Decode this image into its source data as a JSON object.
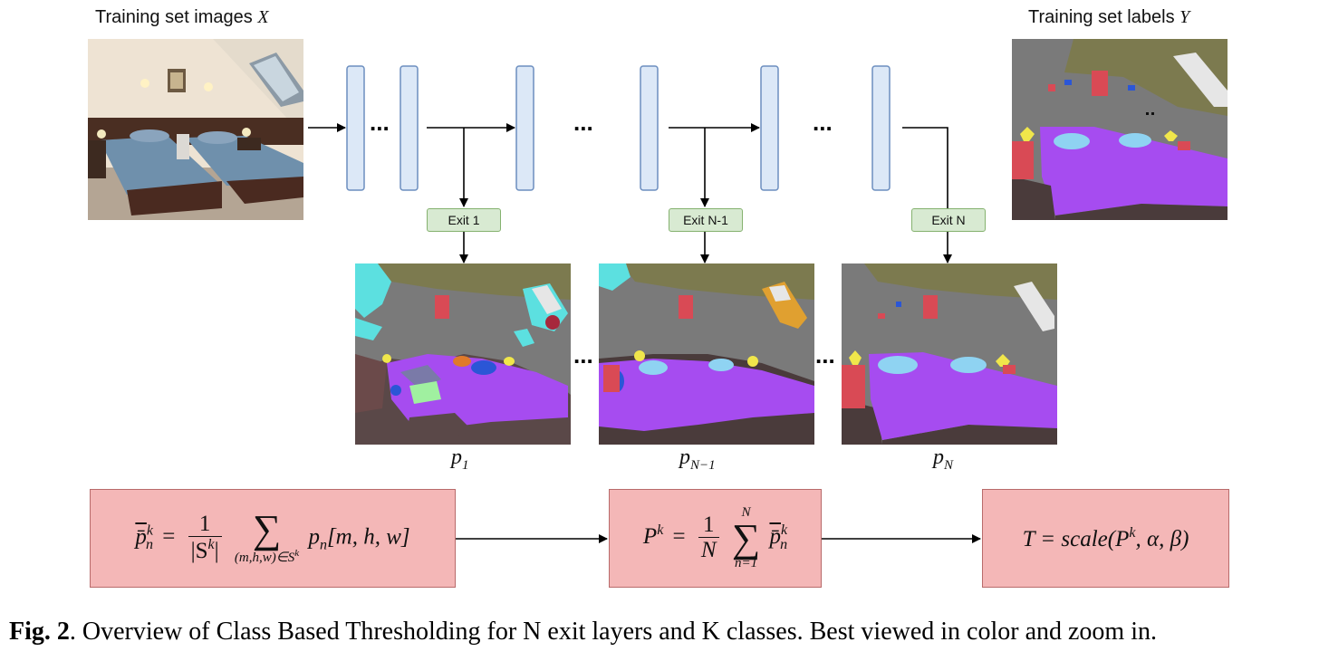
{
  "inputs": {
    "images_label": "Training set images",
    "images_var": "X",
    "labels_label": "Training set labels",
    "labels_var": "Y"
  },
  "network": {
    "ellipsis": "...",
    "exits": [
      {
        "label": "Exit 1"
      },
      {
        "label": "Exit N-1"
      },
      {
        "label": "Exit N"
      }
    ]
  },
  "outputs": [
    {
      "symbol": "p",
      "subscript": "1"
    },
    {
      "symbol": "p",
      "subscript": "N−1"
    },
    {
      "symbol": "p",
      "subscript": "N"
    }
  ],
  "formulas": {
    "f1": {
      "lhs": "p̄",
      "lhs_sup": "k",
      "lhs_sub": "n",
      "eq": "=",
      "num": "1",
      "den": "|S",
      "den_sup": "k",
      "den_close": "|",
      "sum": "∑",
      "sum_lower": "(m,h,w)∈S",
      "sum_lower_sup": "k",
      "term": "p",
      "term_sub": "n",
      "term_args": "[m, h, w]"
    },
    "f2": {
      "lhs": "P",
      "lhs_sup": "k",
      "eq": "=",
      "num": "1",
      "den": "N",
      "sum": "∑",
      "sum_upper": "N",
      "sum_lower": "n=1",
      "term": "p̄",
      "term_sup": "k",
      "term_sub": "n"
    },
    "f3": {
      "text": "T = scale(P",
      "sup": "k",
      "rest": ", α, β)"
    }
  },
  "caption": {
    "bold": "Fig. 2",
    "text": ". Overview of Class Based Thresholding for N exit layers and K classes. Best viewed in color and zoom in."
  },
  "colors": {
    "layer_fill": "#dce8f7",
    "layer_stroke": "#6c8ebf",
    "exit_fill": "#d8ead2",
    "exit_stroke": "#85b26f",
    "formula_fill": "#f4b7b7",
    "formula_stroke": "#b86b6b",
    "seg_wall": "#7a7a7a",
    "seg_ceiling": "#7c7a4f",
    "seg_floor": "#4a3b3b",
    "seg_bed": "#a64cf0",
    "seg_pillow": "#8fd3f2",
    "seg_lamp": "#f0e64b",
    "seg_nightstand": "#d94a55",
    "seg_window": "#e6e6e6",
    "seg_noise_cyan": "#5ce0e0"
  }
}
